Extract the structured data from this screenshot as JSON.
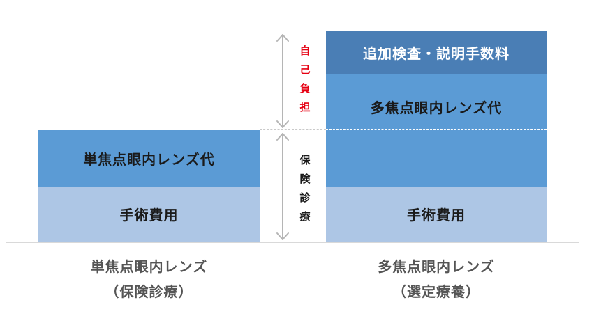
{
  "right_column": {
    "top_block": "追加検査・説明手数料",
    "middle_block": "多焦点眼内レンズ代",
    "bottom_block": "手術費用"
  },
  "left_column": {
    "middle_block": "単焦点眼内レンズ代",
    "bottom_block": "手術費用"
  },
  "brackets": {
    "self_pay": [
      "自",
      "己",
      "負",
      "担"
    ],
    "insurance": [
      "保",
      "険",
      "診",
      "療"
    ]
  },
  "captions": {
    "left": {
      "line1": "単焦点眼内レンズ",
      "line2": "（保険診療）"
    },
    "right": {
      "line1": "多焦点眼内レンズ",
      "line2": "（選定療養）"
    }
  },
  "colors": {
    "dark_block": "#4a7eb5",
    "mid_block": "#5b9bd5",
    "light_block": "#adc6e5",
    "self_pay_text": "#e60012"
  }
}
